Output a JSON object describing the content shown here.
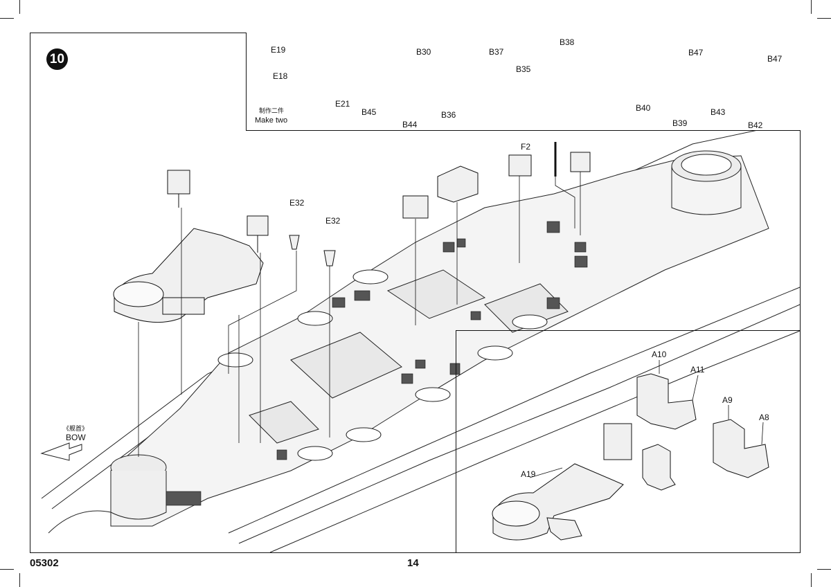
{
  "page": {
    "step_number": "10",
    "catalog_number": "05302",
    "page_number": "14"
  },
  "subassembly": {
    "turret_parts": [
      "E19",
      "E18",
      "E21"
    ],
    "make_two_cn": "制作二件",
    "make_two_en": "Make two",
    "group_b30": [
      "B30",
      "B45",
      "B44"
    ],
    "group_b37": [
      "B37",
      "B35",
      "B36"
    ],
    "group_b38": [
      "B38"
    ],
    "group_b47a": [
      "B47",
      "B40",
      "B39"
    ],
    "group_b47b": [
      "B47",
      "B43",
      "B42"
    ]
  },
  "main": {
    "e32_left": "E32",
    "e32_right": "E32",
    "f2": "F2",
    "bow_cn": "《舰首》",
    "bow_en": "BOW"
  },
  "inset": {
    "a10": "A10",
    "a11": "A11",
    "a9": "A9",
    "a8": "A8",
    "a19": "A19"
  }
}
